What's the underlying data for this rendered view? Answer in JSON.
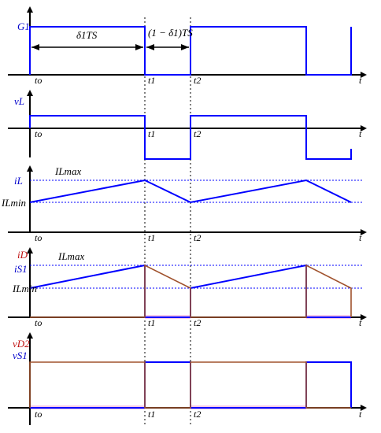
{
  "colors": {
    "waveform": "#0000ff",
    "diode": "#a0522d",
    "label_blue": "#0000cc",
    "label_red": "#c01010"
  },
  "labels": {
    "g1": "G1",
    "vl": "vL",
    "il": "iL",
    "id": "iD",
    "is": "iS1",
    "vd": "vD2",
    "vs": "vS1",
    "ilmax": "ILmax",
    "ilmin": "ILmin",
    "ilmax2": "ILmax",
    "ilmin2": "ILmin",
    "ann1": "δ1TS",
    "ann2": "(1 − δ1)TS",
    "t": "t",
    "t0": "to",
    "t1": "t1",
    "t2": "t2"
  },
  "panels": [
    {
      "name": "gate-signal"
    },
    {
      "name": "inductor-voltage"
    },
    {
      "name": "inductor-current"
    },
    {
      "name": "diode-switch-current"
    },
    {
      "name": "diode-switch-voltage"
    }
  ]
}
